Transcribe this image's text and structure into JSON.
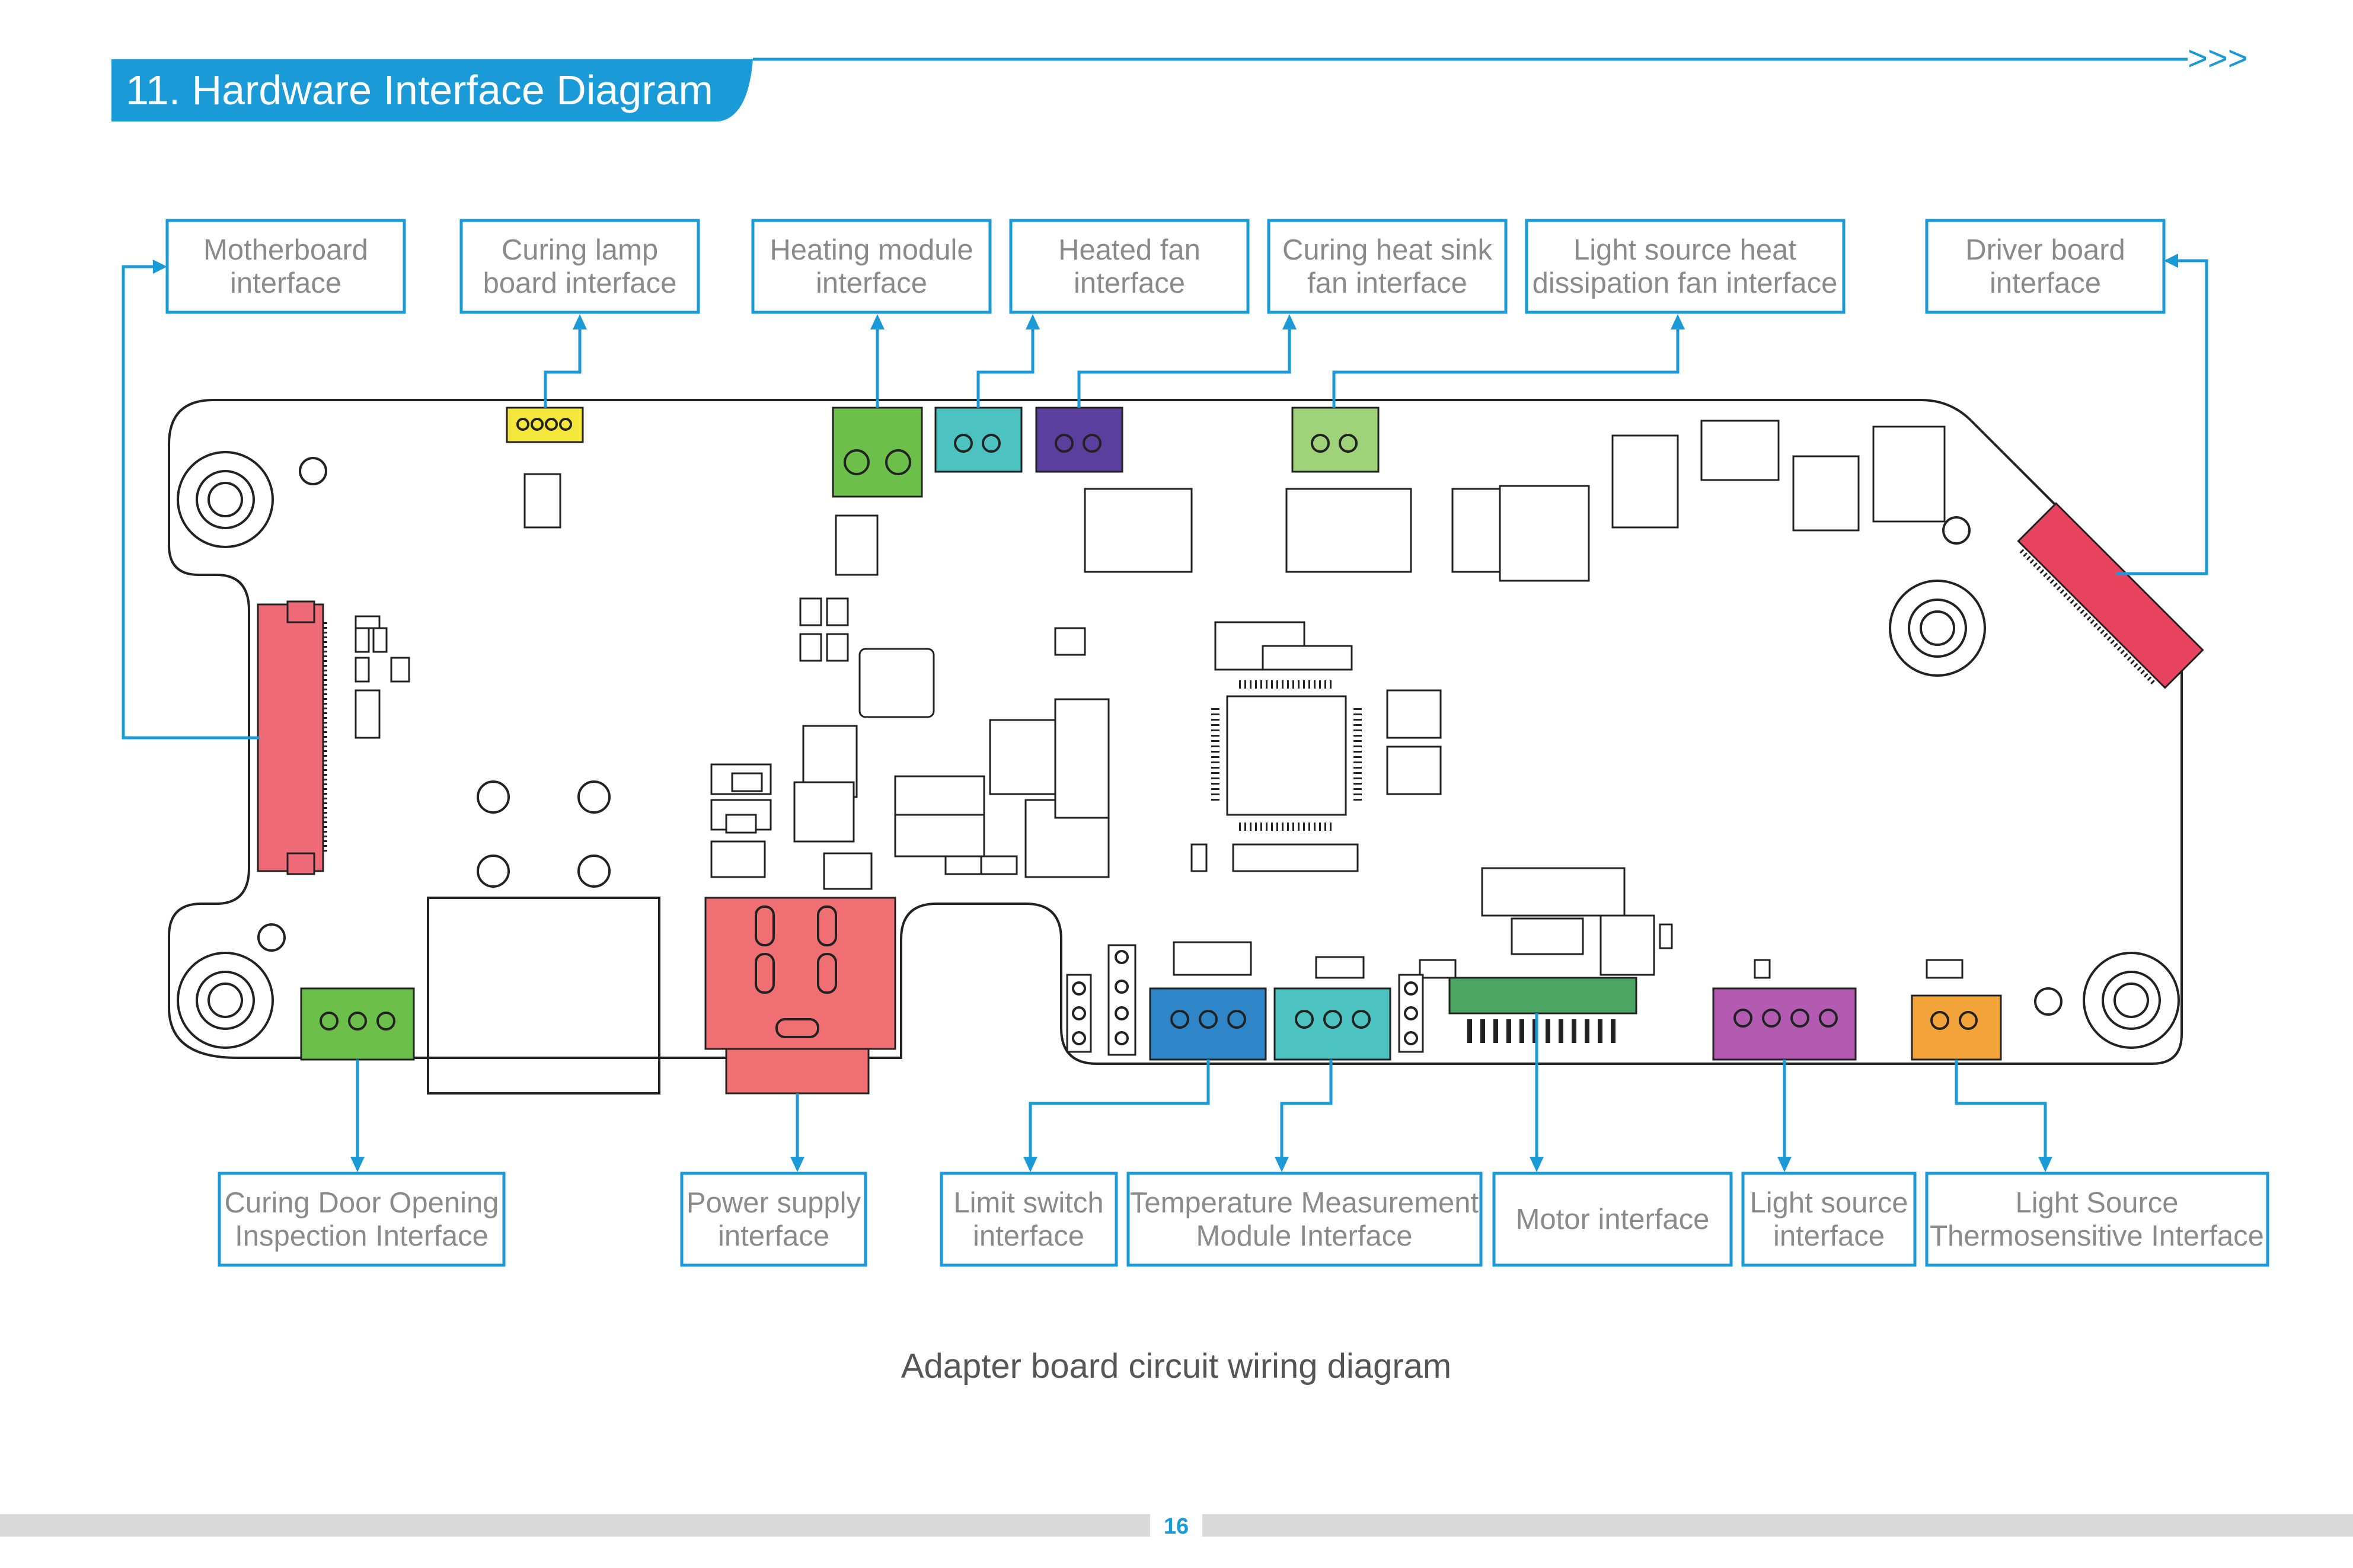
{
  "header": {
    "title": "11. Hardware Interface Diagram",
    "chevrons": ">>>"
  },
  "top_labels": [
    {
      "line1": "Motherboard",
      "line2": "interface"
    },
    {
      "line1": "Curing lamp",
      "line2": "board interface"
    },
    {
      "line1": "Heating module",
      "line2": "interface"
    },
    {
      "line1": "Heated fan",
      "line2": "interface"
    },
    {
      "line1": "Curing heat sink",
      "line2": "fan interface"
    },
    {
      "line1": "Light source heat",
      "line2": "dissipation fan interface"
    },
    {
      "line1": "Driver board",
      "line2": "interface"
    }
  ],
  "bottom_labels": [
    {
      "line1": "Curing Door Opening",
      "line2": "Inspection Interface"
    },
    {
      "line1": "Power supply",
      "line2": "interface"
    },
    {
      "line1": "Limit switch",
      "line2": "interface"
    },
    {
      "line1": "Temperature Measurement",
      "line2": "Module Interface"
    },
    {
      "line1": "Motor interface",
      "line2": ""
    },
    {
      "line1": "Light source",
      "line2": "interface"
    },
    {
      "line1": "Light Source",
      "line2": "Thermosensitive Interface"
    }
  ],
  "caption": "Adapter board circuit wiring diagram",
  "page_number": "16",
  "colors": {
    "accent": "#1a9ad6",
    "motherboard_connector": "#f06b78",
    "curing_lamp": "#f5e63c",
    "heating_module": "#6cc04a",
    "heated_fan": "#4cc3c0",
    "curing_heatsink_fan": "#9fd37a",
    "light_source_fan": "#5b3f9e",
    "driver_board": "#e8435f",
    "curing_door": "#6cc04a",
    "power_supply": "#ef6f73",
    "limit_switch_temp": "#2e86c8",
    "temp_module": "#4cc3c0",
    "motor": "#4aa662",
    "light_source": "#b35bb0",
    "thermosensitive": "#f2a43a"
  }
}
